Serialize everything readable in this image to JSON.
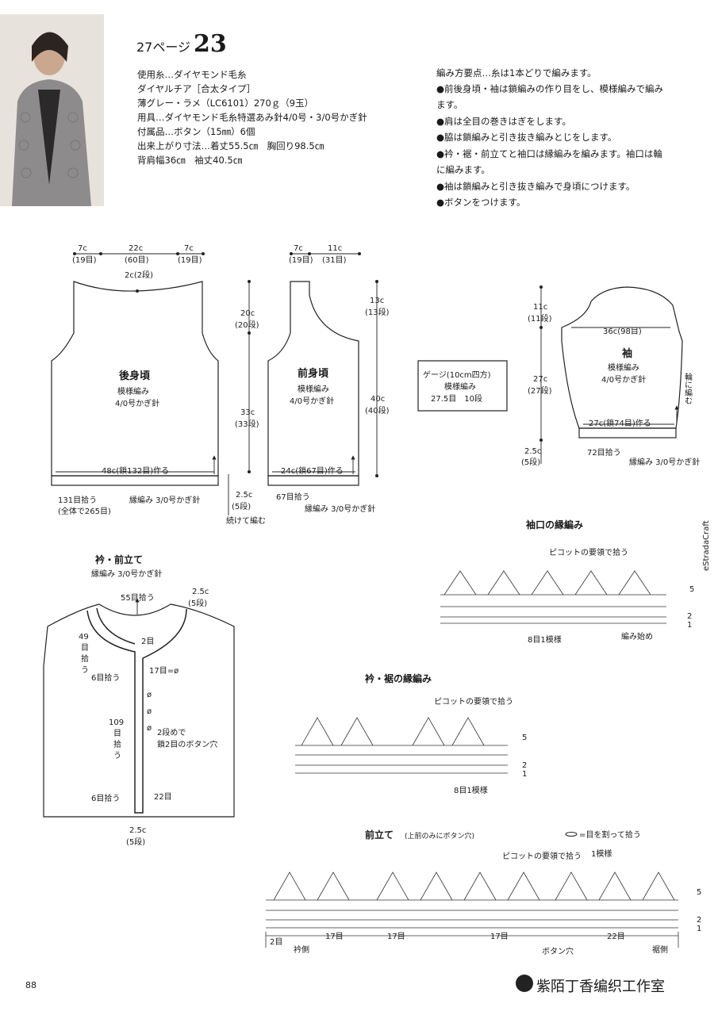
{
  "header": {
    "page_ref": "27ページ",
    "pattern_no": "23"
  },
  "specs": [
    "使用糸…ダイヤモンド毛糸",
    "ダイヤルチア［合太タイプ］",
    "薄グレー・ラメ（LC6101）270ｇ（9玉）",
    "用具…ダイヤモンド毛糸特選あみ針4/0号・3/0号かぎ針",
    "付属品…ボタン（15㎜）6個",
    "出来上がり寸法…着丈55.5㎝　胸回り98.5㎝",
    "背肩幅36㎝　袖丈40.5㎝"
  ],
  "points": [
    "編み方要点…糸は1本どりで編みます。",
    "●前後身頃・袖は鎖編みの作り目をし、模様編みで編み",
    "ます。",
    "●肩は全目の巻きはぎをします。",
    "●脇は鎖編みと引き抜き編みとじをします。",
    "●衿・裾・前立てと袖口は縁編みを編みます。袖口は輪",
    "に編みます。",
    "●袖は鎖編みと引き抜き編みで身頃につけます。",
    "●ボタンをつけます。"
  ],
  "back": {
    "t1": "7c",
    "t1b": "(19目)",
    "t2": "22c",
    "t2b": "(60目)",
    "t3": "7c",
    "t3b": "(19目)",
    "neck": "2c(2段)",
    "name": "後身頃",
    "st": "模様編み",
    "hook": "4/0号かぎ針",
    "cast": "48c(鎖132目)作る",
    "pick": "131目拾う",
    "total": "(全体で265目)",
    "edge": "縁編み 3/0号かぎ針",
    "d1": "20c",
    "d1b": "(20段)",
    "d2": "33c",
    "d2b": "(33段)",
    "d3": "2.5c",
    "d3b": "(5段)",
    "cont": "続けて編む"
  },
  "front": {
    "t1": "7c",
    "t1b": "(19目)",
    "t2": "11c",
    "t2b": "(31目)",
    "name": "前身頃",
    "st": "模様編み",
    "hook": "4/0号かぎ針",
    "cast": "24c(鎖67目)作る",
    "pick": "67目拾う",
    "edge": "縁編み 3/0号かぎ針",
    "d1": "13c",
    "d1b": "(13段)",
    "d2": "40c",
    "d2b": "(40段)"
  },
  "gauge": {
    "l1": "ゲージ(10cm四方)",
    "l2": "模様編み",
    "l3": "27.5目　10段"
  },
  "sleeve": {
    "d1": "11c",
    "d1b": "(11段)",
    "d2": "27c",
    "d2b": "(27段)",
    "d3": "2.5c",
    "d3b": "(5段)",
    "top": "36c(98目)",
    "name": "袖",
    "st": "模様編み",
    "hook": "4/0号かぎ針",
    "cast": "27c(鎖74目)作る",
    "pick": "72目拾う",
    "edge": "縁編み 3/0号かぎ針",
    "side": "輪に編む"
  },
  "collar": {
    "title": "衿・前立て",
    "sub": "縁編み 3/0号かぎ針",
    "neck": "55目拾う",
    "w1": "2.5c",
    "w1b": "(5段)",
    "l49a": "49",
    "l49b": "目",
    "l49c": "拾",
    "l49d": "う",
    "r2": "2目",
    "r17": "17目=ø",
    "p6a": "6目拾う",
    "l109a": "109",
    "l109b": "目",
    "l109c": "拾",
    "l109d": "う",
    "bh1": "2段めで",
    "bh2": "鎖2目のボタン穴",
    "p6b": "6目拾う",
    "r22": "22目",
    "w2": "2.5c",
    "w2b": "(5段)",
    "sym": "ø"
  },
  "cuff_chart": {
    "title": "袖口の縁編み",
    "picot": "ピコットの要領で拾う",
    "rep": "8目1模様",
    "start": "編み始め",
    "r5": "5",
    "r2": "2",
    "r1": "1"
  },
  "hem_chart": {
    "title": "衿・裾の縁編み",
    "picot": "ピコットの要領で拾う",
    "rep": "8目1模様",
    "r5": "5",
    "r2": "2",
    "r1": "1"
  },
  "band_chart": {
    "title": "前立て",
    "sub": "(上前のみにボタン穴)",
    "legend": "=目を割って拾う",
    "picot": "ピコットの要領で拾う",
    "rep": "1模様",
    "c1": "2目",
    "c2": "17目",
    "c3": "17目",
    "c4": "17目",
    "c5": "22目",
    "collar_side": "衿側",
    "buttonhole": "ボタン穴",
    "hem_side": "裾側",
    "r5": "5",
    "r2": "2",
    "r1": "1"
  },
  "footer": {
    "page": "88",
    "brand": "紫陌丁香编织工作室"
  },
  "watermark": "eStradaCraft"
}
